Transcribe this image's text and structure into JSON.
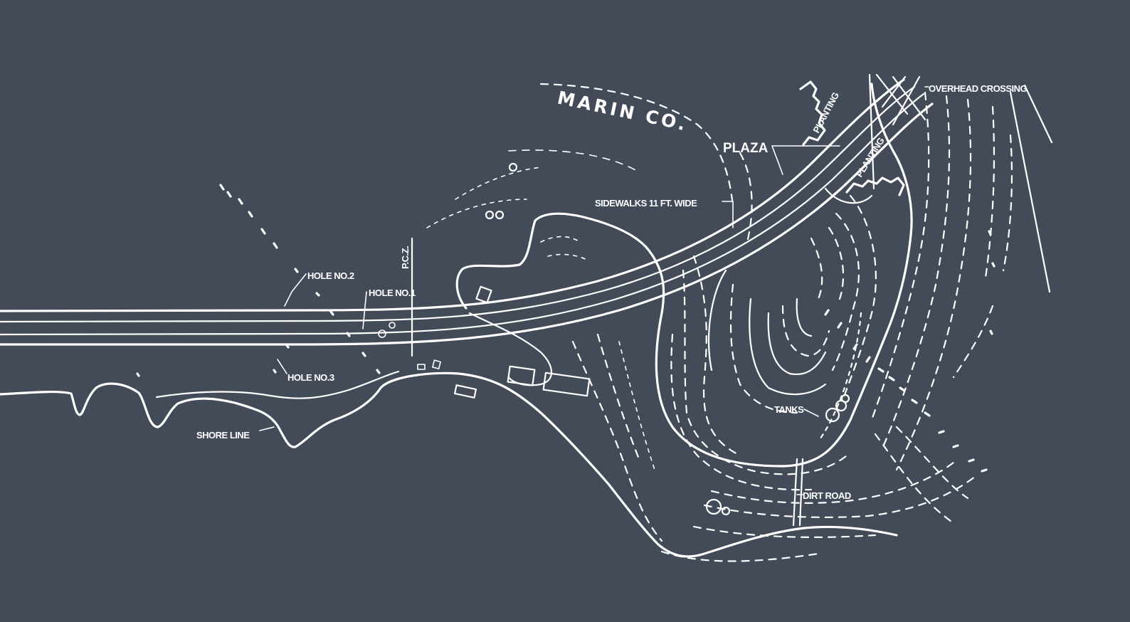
{
  "labels": {
    "county": "MARIN CO.",
    "plaza": "PLAZA",
    "sidewalks": "SIDEWALKS 11 FT. WIDE",
    "overhead_crossing": "OVERHEAD CROSSING",
    "planting_upper": "PLANTING",
    "planting_lower": "PLANTING",
    "hole_2": "HOLE NO.2",
    "hole_1": "HOLE NO.1",
    "hole_3": "HOLE NO.3",
    "shore_line": "SHORE LINE",
    "tanks": "TANKS",
    "dirt_road": "DIRT ROAD",
    "station_mark": "P.C.Z."
  },
  "colors": {
    "background": "#434b58",
    "linework": "#ffffff"
  }
}
